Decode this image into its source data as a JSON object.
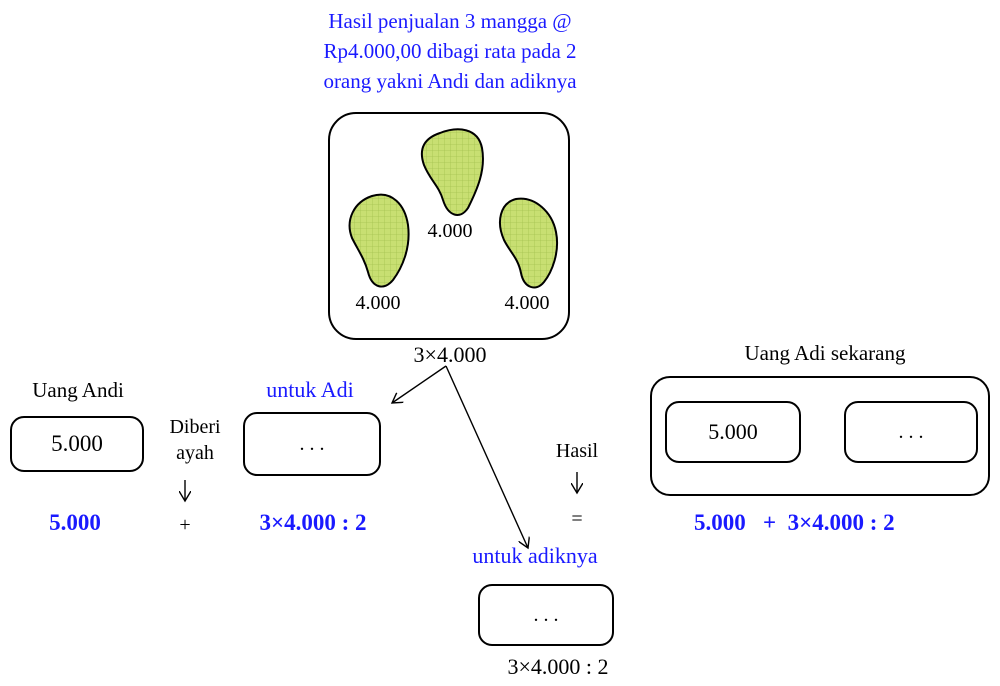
{
  "top_caption": {
    "line1": "Hasil penjualan 3 mangga @",
    "line2": "Rp4.000,00 dibagi rata pada 2",
    "line3": "orang yakni Andi dan adiknya"
  },
  "mango_prices": [
    "4.000",
    "4.000",
    "4.000"
  ],
  "total_expr": "3×4.000",
  "andi": {
    "label": "Uang Andi",
    "box_value": "5.000",
    "formula_value": "5.000"
  },
  "gift": {
    "label_line1": "Diberi",
    "label_line2": "ayah",
    "plus": "+",
    "box_value": ". . .",
    "formula": "3×4.000 : 2"
  },
  "for_adi_label": "untuk Adi",
  "for_sibling": {
    "label": "untuk adiknya",
    "box_value": ". . .",
    "expr": "3×4.000 : 2"
  },
  "result": {
    "label": "Hasil",
    "equals": "="
  },
  "now": {
    "label": "Uang Adi sekarang",
    "box1_value": "5.000",
    "box2_value": ". . .",
    "formula": "5.000   +  3×4.000 : 2"
  },
  "colors": {
    "accent_blue": "#1a1aff",
    "mango_fill": "#c8df72",
    "mango_grid": "#a6c350"
  }
}
